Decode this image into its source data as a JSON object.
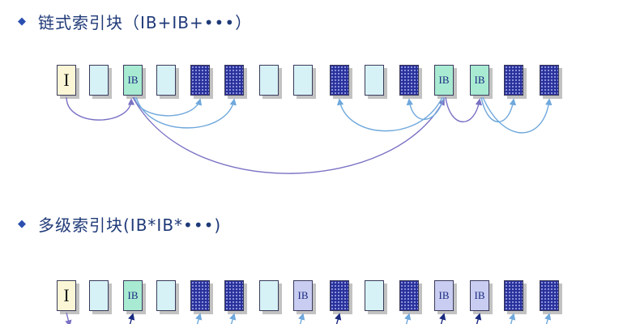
{
  "sections": [
    {
      "bullet": "◆",
      "title": "链式索引块（IB+IB+•••）",
      "blocks": [
        {
          "type": "inode",
          "label": "I"
        },
        {
          "type": "empty",
          "label": ""
        },
        {
          "type": "ib",
          "label": "IB"
        },
        {
          "type": "empty",
          "label": ""
        },
        {
          "type": "data",
          "label": ""
        },
        {
          "type": "data",
          "label": ""
        },
        {
          "type": "empty",
          "label": ""
        },
        {
          "type": "empty",
          "label": ""
        },
        {
          "type": "data",
          "label": ""
        },
        {
          "type": "empty",
          "label": ""
        },
        {
          "type": "data",
          "label": ""
        },
        {
          "type": "ib",
          "label": "IB"
        },
        {
          "type": "ib",
          "label": "IB"
        },
        {
          "type": "data",
          "label": ""
        },
        {
          "type": "data",
          "label": ""
        }
      ]
    },
    {
      "bullet": "◆",
      "title": "多级索引块(IB*IB*•••)",
      "blocks": [
        {
          "type": "inode",
          "label": "I"
        },
        {
          "type": "empty",
          "label": ""
        },
        {
          "type": "ib",
          "label": "IB"
        },
        {
          "type": "empty",
          "label": ""
        },
        {
          "type": "data",
          "label": ""
        },
        {
          "type": "data",
          "label": ""
        },
        {
          "type": "empty",
          "label": ""
        },
        {
          "type": "ib2",
          "label": "IB"
        },
        {
          "type": "data",
          "label": ""
        },
        {
          "type": "empty",
          "label": ""
        },
        {
          "type": "data",
          "label": ""
        },
        {
          "type": "ib2",
          "label": "IB"
        },
        {
          "type": "ib2",
          "label": "IB"
        },
        {
          "type": "data",
          "label": ""
        },
        {
          "type": "data",
          "label": ""
        }
      ]
    }
  ],
  "colors": {
    "link": "#7a72c4",
    "pointer": "#6fa8dc",
    "title": "#1f3a78"
  }
}
